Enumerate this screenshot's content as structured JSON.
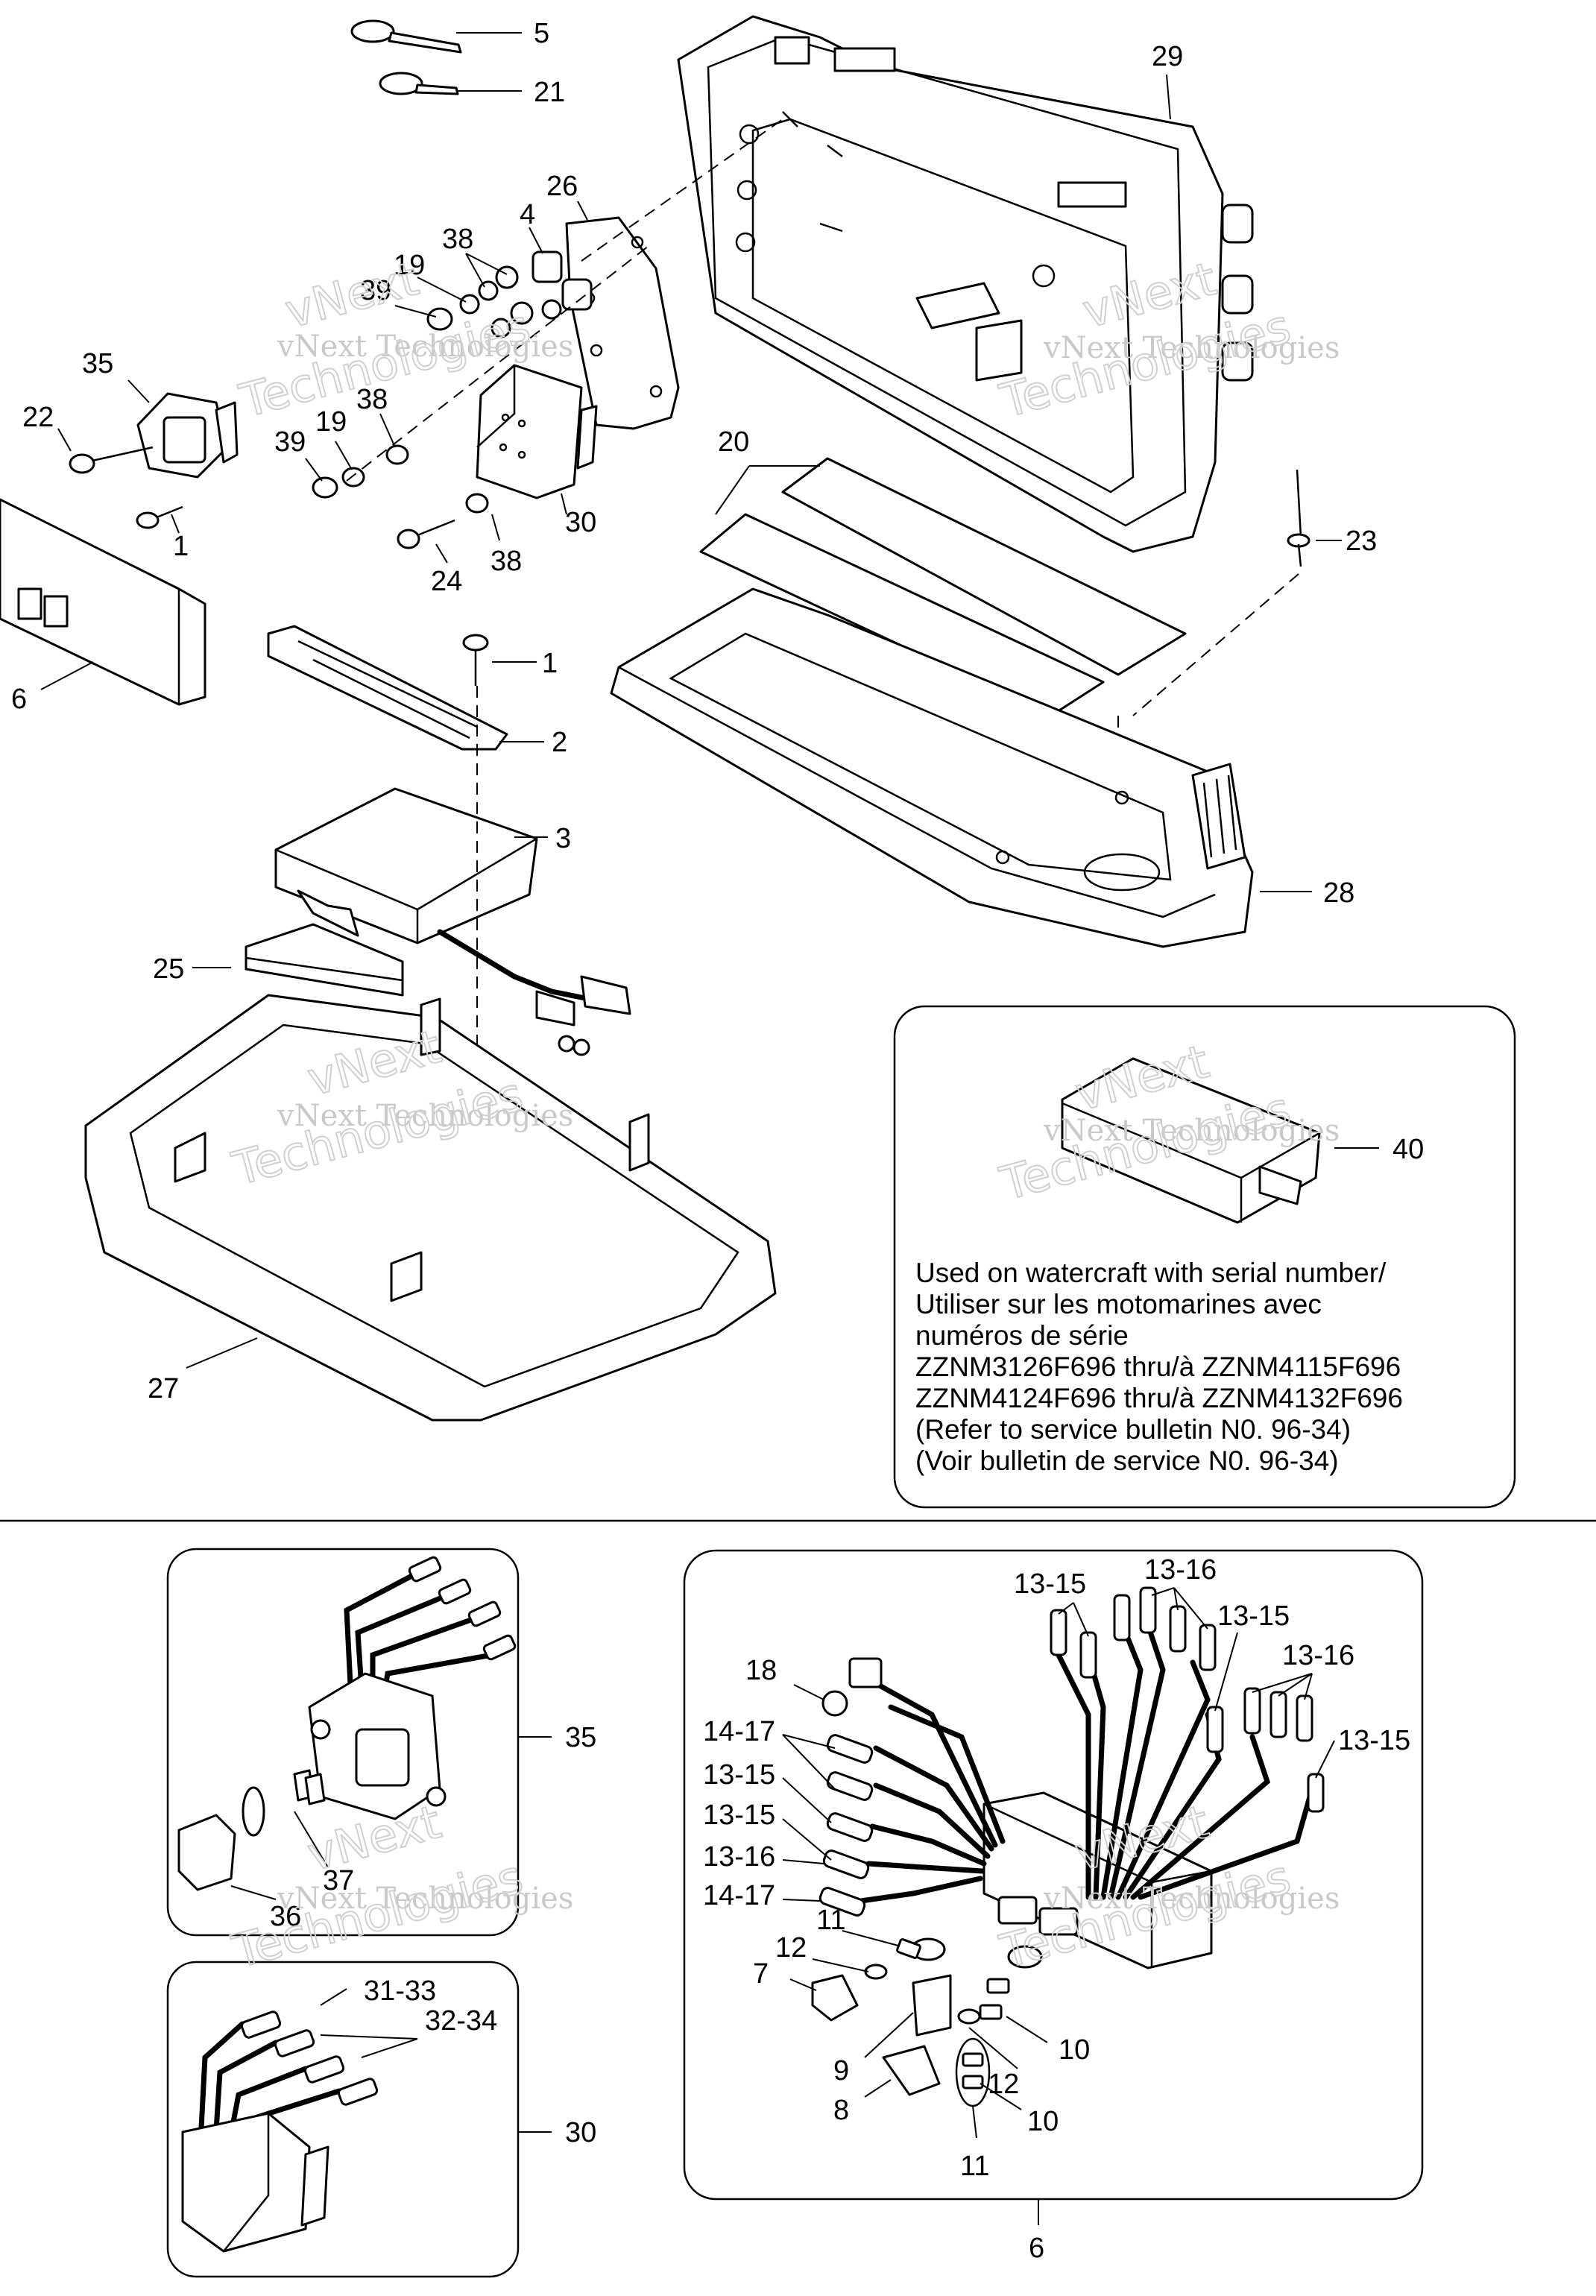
{
  "watermark": {
    "line1": "vNext Technologies",
    "line2": "vNext",
    "line3": "Technologies"
  },
  "callouts": {
    "c5": "5",
    "c21": "21",
    "c29": "29",
    "c26": "26",
    "c4": "4",
    "c38a": "38",
    "c19a": "19",
    "c39a": "39",
    "c35": "35",
    "c22": "22",
    "c38b": "38",
    "c19b": "19",
    "c39b": "39",
    "c1a": "1",
    "c30": "30",
    "c38c": "38",
    "c24": "24",
    "c6": "6",
    "c1b": "1",
    "c2": "2",
    "c3": "3",
    "c20": "20",
    "c23": "23",
    "c28": "28",
    "c25": "25",
    "c27": "27",
    "c40": "40"
  },
  "note": {
    "lines": [
      "Used on watercraft with serial number/",
      "Utiliser sur les motomarines avec",
      "numéros de série",
      "ZZNM3126F696 thru/à ZZNM4115F696",
      "ZZNM4124F696 thru/à ZZNM4132F696",
      "(Refer to service bulletin N0. 96-34)",
      "(Voir bulletin de service N0. 96-34)"
    ]
  },
  "detail35": {
    "c35": "35",
    "c36": "36",
    "c37": "37"
  },
  "detail30": {
    "c30": "30",
    "c3133": "31-33",
    "c3234": "32-34"
  },
  "detail6": {
    "c6": "6",
    "c18": "18",
    "c1417a": "14-17",
    "c1315a": "13-15",
    "c1315b": "13-15",
    "c1316a": "13-16",
    "c1417b": "14-17",
    "c1315top": "13-15",
    "c1316top": "13-16",
    "c1315r1": "13-15",
    "c1316r": "13-16",
    "c1315r2": "13-15",
    "c11a": "11",
    "c12a": "12",
    "c7": "7",
    "c9": "9",
    "c8": "8",
    "c10a": "10",
    "c12b": "12",
    "c10b": "10",
    "c11b": "11"
  }
}
